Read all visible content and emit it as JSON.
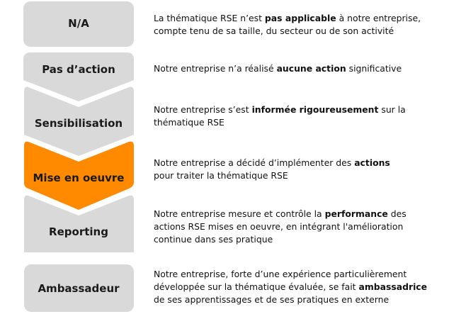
{
  "colors": {
    "gray": "#d9d9d9",
    "active": "#ff8a00"
  },
  "levels": [
    {
      "label": "N/A",
      "active": false,
      "lines": [
        [
          {
            "t": "La thématique RSE n’est "
          },
          {
            "t": "pas applicable",
            "b": true
          },
          {
            "t": " à notre entreprise,"
          }
        ],
        [
          {
            "t": "compte tenu de sa taille, du secteur ou de son activité"
          }
        ]
      ]
    },
    {
      "label": "Pas d’action",
      "active": false,
      "lines": [
        [
          {
            "t": "Notre entreprise n’a réalisé "
          },
          {
            "t": "aucune action",
            "b": true
          },
          {
            "t": " significative"
          }
        ]
      ]
    },
    {
      "label": "Sensibilisation",
      "active": false,
      "lines": [
        [
          {
            "t": "Notre entreprise s’est "
          },
          {
            "t": "informée rigoureusement",
            "b": true
          },
          {
            "t": " sur la"
          }
        ],
        [
          {
            "t": "thématique RSE"
          }
        ]
      ]
    },
    {
      "label": "Mise en oeuvre",
      "active": true,
      "lines": [
        [
          {
            "t": "Notre entreprise a décidé d’implémenter des "
          },
          {
            "t": "actions",
            "b": true
          }
        ],
        [
          {
            "t": "pour traiter la thématique RSE"
          }
        ]
      ]
    },
    {
      "label": "Reporting",
      "active": false,
      "lines": [
        [
          {
            "t": "Notre entreprise mesure et contrôle la "
          },
          {
            "t": "performance",
            "b": true
          },
          {
            "t": " des"
          }
        ],
        [
          {
            "t": "actions RSE mises en oeuvre, en intégrant l'amélioration"
          }
        ],
        [
          {
            "t": "continue dans ses pratique"
          }
        ]
      ]
    },
    {
      "label": "Ambassadeur",
      "active": false,
      "lines": [
        [
          {
            "t": "Notre entreprise, forte d’une expérience particulièrement"
          }
        ],
        [
          {
            "t": "développée sur la thématique évaluée, se fait "
          },
          {
            "t": "ambassadrice",
            "b": true
          }
        ],
        [
          {
            "t": "de ses apprentissages et de ses pratiques en externe"
          }
        ]
      ]
    }
  ]
}
